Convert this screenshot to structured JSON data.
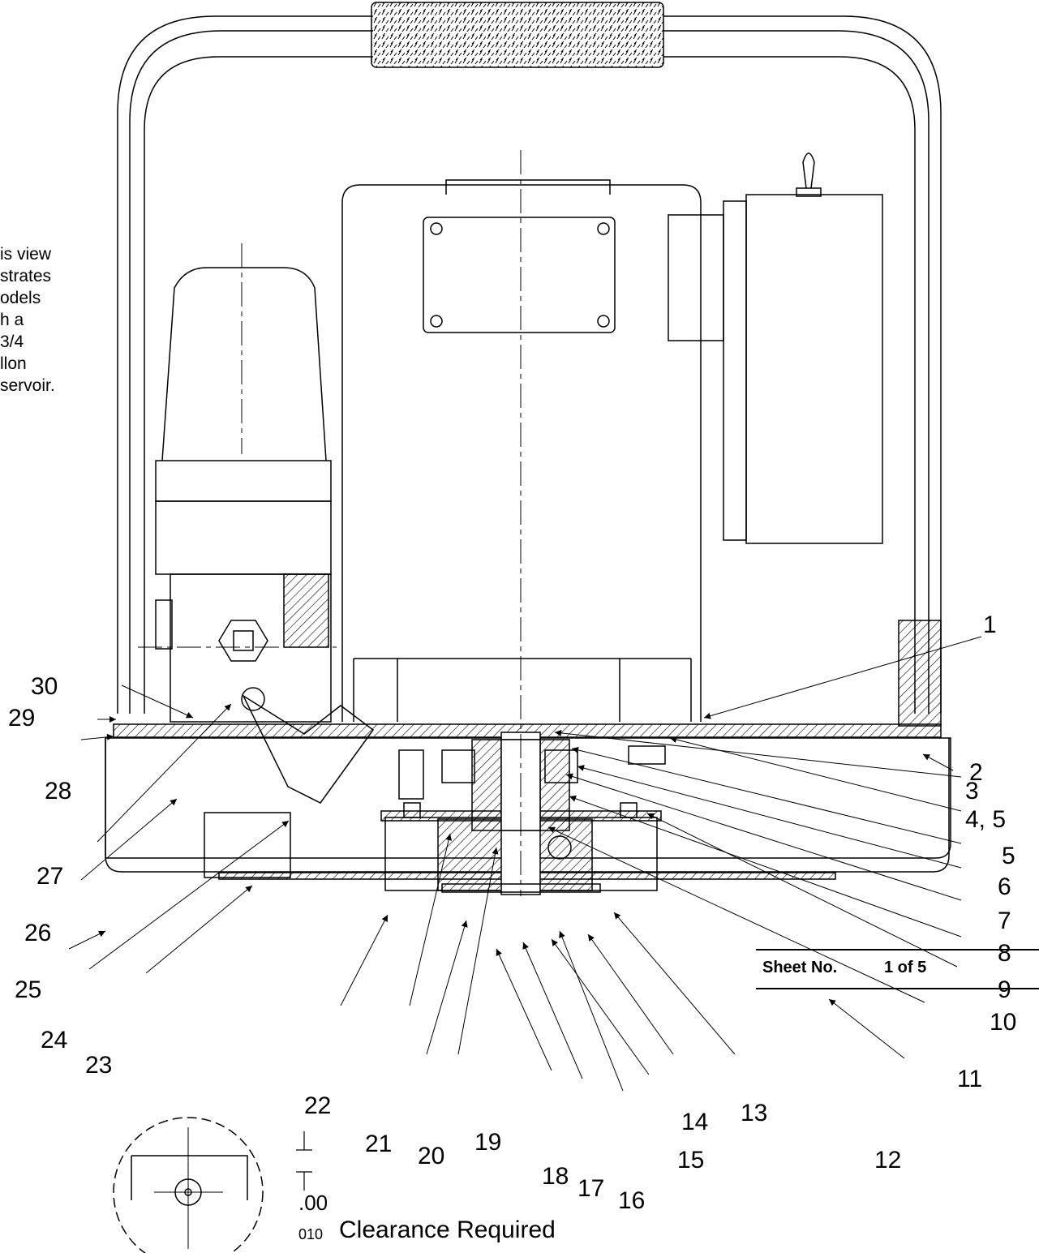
{
  "note_lines": [
    "is view",
    "strates",
    "odels",
    "h a",
    "3/4",
    "llon",
    "servoir."
  ],
  "callouts": [
    "30",
    "29",
    "28",
    "27",
    "26",
    "25",
    "24",
    "23",
    "22",
    "21",
    "20",
    "19",
    "18",
    "17",
    "16",
    "15",
    "14",
    "13",
    "12",
    "11",
    "10",
    "9",
    "8",
    "7",
    "6",
    "5",
    "4, 5",
    "3",
    "2",
    "1"
  ],
  "clearance": {
    "dim_top": ".00",
    "dim_bottom": "010",
    "label": "Clearance Required"
  },
  "sheet": {
    "label": "Sheet No.",
    "value": "1 of 5"
  }
}
